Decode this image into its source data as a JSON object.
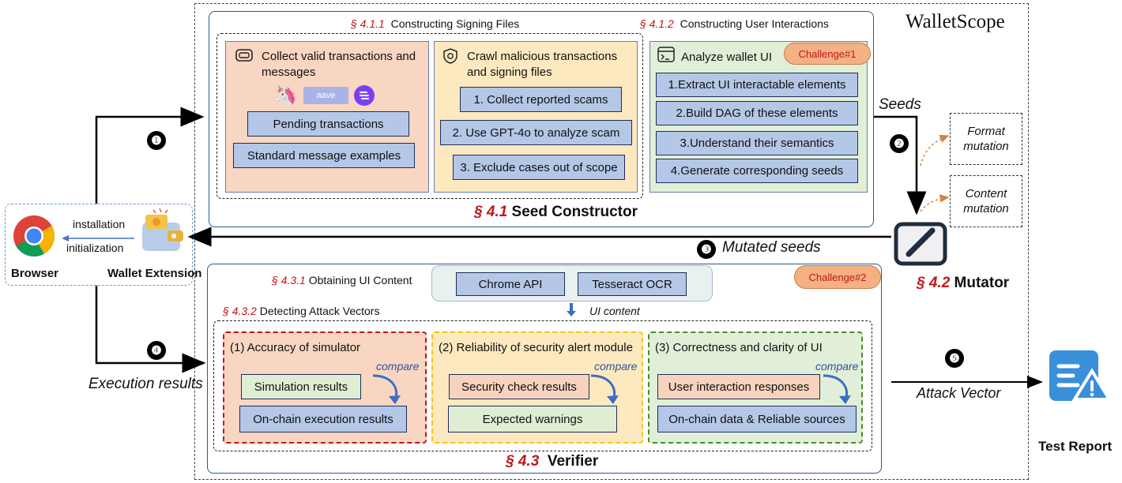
{
  "title": "WalletScope",
  "seed_constructor": {
    "heading": "§ 4.1 Seed Constructor",
    "sec_prefix": "§ 4.1",
    "sec_name": "Seed Constructor",
    "signing": {
      "sec": "§ 4.1.1",
      "label": "Constructing Signing Files",
      "valid": {
        "title": "Collect valid transactions and messages",
        "logo_text": "aave",
        "items": [
          "Pending transactions",
          "Standard message examples"
        ]
      },
      "malicious": {
        "title": "Crawl malicious transactions and signing files",
        "items": [
          "1. Collect reported scams",
          "2. Use GPT-4o to analyze scam",
          "3. Exclude cases out of scope"
        ]
      }
    },
    "interactions": {
      "sec": "§ 4.1.2",
      "label": "Constructing User Interactions",
      "title": "Analyze wallet UI",
      "challenge": "Challenge#1",
      "items": [
        "1.Extract UI interactable elements",
        "2.Build DAG of these elements",
        "3.Understand their semantics",
        "4.Generate corresponding seeds"
      ]
    }
  },
  "mutator": {
    "sec_prefix": "§ 4.2",
    "sec_name": "Mutator",
    "format": "Format mutation",
    "content": "Content mutation",
    "seeds_label": "Seeds",
    "mutated_label": "Mutated seeds"
  },
  "verifier": {
    "sec_prefix": "§ 4.3",
    "sec_name": "Verifier",
    "challenge": "Challenge#2",
    "obtaining": {
      "sec": "§ 4.3.1",
      "label": "Obtaining UI Content",
      "tools": [
        "Chrome API",
        "Tesseract OCR"
      ],
      "ui_content": "UI content"
    },
    "detecting": {
      "sec": "§ 4.3.2",
      "label": "Detecting Attack Vectors"
    },
    "compare": "compare",
    "panels": [
      {
        "title": "(1) Accuracy of simulator",
        "top": "Simulation results",
        "bottom": "On-chain execution results"
      },
      {
        "title": "(2) Reliability of security alert module",
        "top": "Security check results",
        "bottom": "Expected warnings"
      },
      {
        "title": "(3) Correctness and clarity of UI",
        "top": "User interaction responses",
        "bottom": "On-chain data & Reliable sources"
      }
    ]
  },
  "left": {
    "browser": "Browser",
    "wallet": "Wallet Extension",
    "installation": "installation",
    "initialization": "initialization",
    "execution": "Execution results"
  },
  "right": {
    "attack": "Attack Vector",
    "report": "Test Report"
  },
  "steps": [
    "❶",
    "❷",
    "❸",
    "❹",
    "❺"
  ],
  "colors": {
    "accent_red": "#c0171d",
    "box_blue": "#b4c7e7",
    "frame_blue": "#2f5597"
  }
}
